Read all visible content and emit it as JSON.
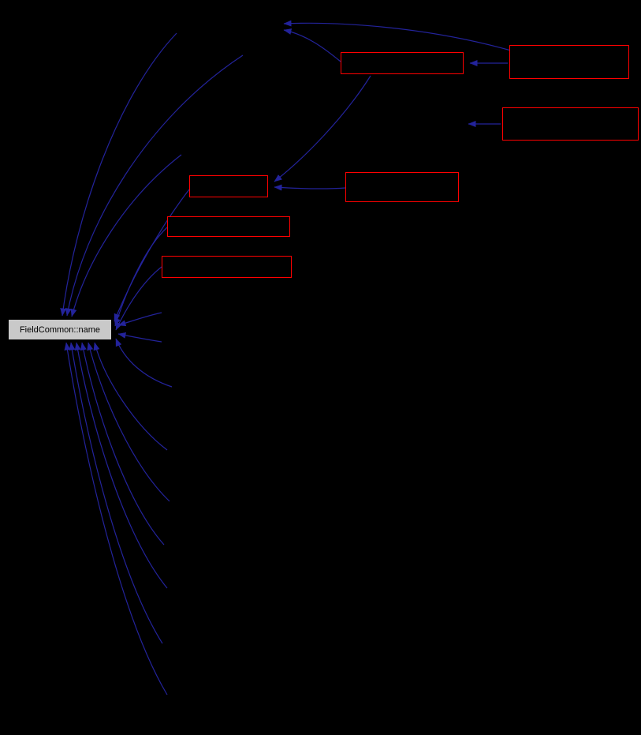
{
  "diagram": {
    "type": "caller-graph",
    "main_node": {
      "label": "FieldCommon::name"
    },
    "colors": {
      "background": "#000000",
      "edge": "#23239b",
      "caller_box_border": "#ff0000",
      "caller_box_fill": "#000000",
      "main_box_fill": "#c9c9c9",
      "main_box_text": "#000000"
    },
    "caller_box_count": 7,
    "edge_count": 21
  }
}
